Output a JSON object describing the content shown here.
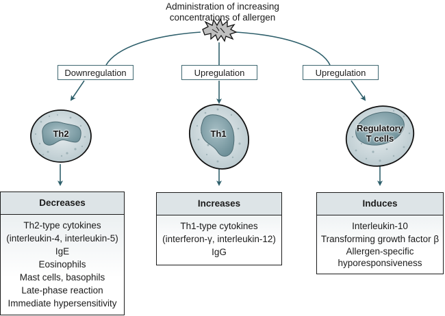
{
  "title": {
    "line1": "Administration of increasing",
    "line2": "concentrations of allergen"
  },
  "icons": {
    "allergen": "allergen-particle-icon"
  },
  "branches": [
    {
      "regulation": "Downregulation",
      "cell": {
        "line1": "Th2",
        "line2": ""
      },
      "effect_header": "Decreases",
      "effects": [
        "Th2-type cytokines",
        "(interleukin-4, interleukin-5)",
        "IgE",
        "Eosinophils",
        "Mast cells, basophils",
        "Late-phase reaction",
        "Immediate hypersensitivity"
      ]
    },
    {
      "regulation": "Upregulation",
      "cell": {
        "line1": "Th1",
        "line2": ""
      },
      "effect_header": "Increases",
      "effects": [
        "Th1-type cytokines",
        "(interferon-γ, interleukin-12)",
        "IgG"
      ]
    },
    {
      "regulation": "Upregulation",
      "cell": {
        "line1": "Regulatory",
        "line2": "T cells"
      },
      "effect_header": "Induces",
      "effects": [
        "Interleukin-10",
        "Transforming growth factor β",
        "Allergen-specific",
        "hyporesponsiveness"
      ]
    }
  ],
  "colors": {
    "arrow": "#2e5f6b",
    "cell_outer": "#c9d6da",
    "cell_nucleus": "#7f9ea6",
    "box_header": "#dde4e7"
  }
}
